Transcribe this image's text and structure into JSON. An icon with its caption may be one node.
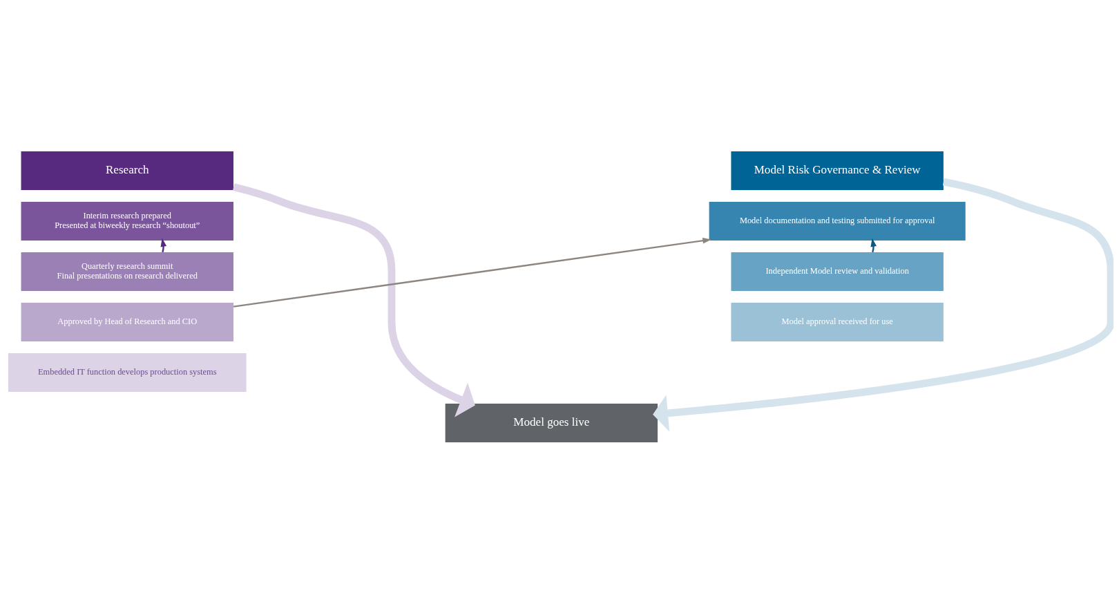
{
  "diagram": {
    "nodes": [
      {
        "text": [
          "Research"
        ]
      },
      {
        "text": [
          "Interim research prepared",
          "Presented at biweekly research “shoutout”"
        ]
      },
      {
        "text": [
          "Quarterly research summit",
          "Final presentations on research delivered"
        ]
      },
      {
        "text": [
          "Approved by Head of Research and CIO"
        ]
      },
      {
        "text": [
          "Embedded IT function develops production systems"
        ]
      },
      {
        "text": [
          "Model Risk Governance & Review"
        ]
      },
      {
        "text": [
          "Model documentation and testing submitted for approval"
        ]
      },
      {
        "text": [
          "Independent Model review and validation"
        ]
      },
      {
        "text": [
          "Model approval received for use"
        ]
      },
      {
        "text": [
          "Model goes live"
        ]
      }
    ],
    "edges": [
      {
        "from": 2,
        "to": 1,
        "arrow": "to",
        "color": "#582a7f"
      },
      {
        "from": 7,
        "to": 6,
        "arrow": "to",
        "color": "#0a5a86"
      },
      {
        "from": 3,
        "to": 6,
        "arrow": "to",
        "color": "#8c8580"
      },
      {
        "from": 0,
        "to": 9,
        "arrow": "to",
        "style": "thick",
        "color": "#ddd3e6"
      },
      {
        "from": 5,
        "to": 9,
        "arrow": "to",
        "style": "thick",
        "color": "#d5e3ec"
      }
    ]
  }
}
